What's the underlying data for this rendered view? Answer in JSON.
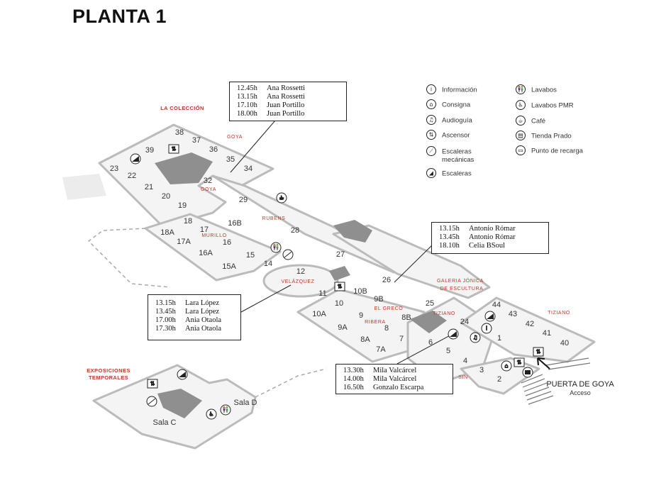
{
  "title": "PLANTA 1",
  "zones": {
    "coleccion": "LA COLECCIÓN",
    "exposiciones_1": "EXPOSICIONES",
    "exposiciones_2": "TEMPORALES",
    "goya_top": "GOYA",
    "goya_32": "GOYA",
    "rubens": "RUBENS",
    "murillo": "MURILLO",
    "velazquez": "VELÁZQUEZ",
    "greco": "EL GRECO",
    "ribera": "RIBERA",
    "galeria_1": "GALERIA JÓNICA",
    "galeria_2": "DE ESCULTURA",
    "tiziano_center": "TIZIANO",
    "tiziano_right": "TIZIANO",
    "sin_fragment": "SIN"
  },
  "rooms": {
    "r38": "38",
    "r37": "37",
    "r36": "36",
    "r35": "35",
    "r34": "34",
    "r39": "39",
    "r23": "23",
    "r22": "22",
    "r21": "21",
    "r20": "20",
    "r19": "19",
    "r32": "32",
    "r29": "29",
    "r18": "18",
    "r16B": "16B",
    "r28": "28",
    "r18A": "18A",
    "r17": "17",
    "r17A": "17A",
    "r16": "16",
    "r16A": "16A",
    "r15": "15",
    "r15A": "15A",
    "r14": "14",
    "r27": "27",
    "r12": "12",
    "r26": "26",
    "r11": "11",
    "r10B": "10B",
    "r10": "10",
    "r9B": "9B",
    "r10A": "10A",
    "r9": "9",
    "r8B": "8B",
    "r25": "25",
    "r9A": "9A",
    "r8": "8",
    "r8A": "8A",
    "r7": "7",
    "r7A": "7A",
    "r24": "24",
    "r6": "6",
    "r5": "5",
    "r4": "4",
    "r3": "3",
    "r2": "2",
    "r1": "1",
    "r44": "44",
    "r43": "43",
    "r42": "42",
    "r41": "41",
    "r40": "40"
  },
  "salas": {
    "sala_c": "Sala C",
    "sala_d": "Sala D"
  },
  "entrance": {
    "name": "PUERTA DE GOYA",
    "sub": "Acceso"
  },
  "legend": {
    "col1": [
      {
        "icon": "info-icon",
        "glyph": "i",
        "label": "Información"
      },
      {
        "icon": "cloakroom-icon",
        "glyph": "⌂",
        "label": "Consigna"
      },
      {
        "icon": "audioguide-icon",
        "glyph": "♫",
        "label": "Audioguía"
      },
      {
        "icon": "elevator-icon",
        "glyph": "⇅",
        "label": "Ascensor"
      },
      {
        "icon": "escalator-icon",
        "glyph": "⟋",
        "label": "Escaleras"
      },
      {
        "icon": "stairs-icon",
        "glyph": "◢",
        "label": "Escaleras"
      }
    ],
    "escalator_label_2": "mecánicas",
    "col2": [
      {
        "icon": "restroom-icon",
        "glyph": "👫",
        "label": "Lavabos"
      },
      {
        "icon": "accessible-restroom-icon",
        "glyph": "♿",
        "label": "Lavabos PMR"
      },
      {
        "icon": "cafe-icon",
        "glyph": "☕",
        "label": "Café"
      },
      {
        "icon": "shop-icon",
        "glyph": "▤",
        "label": "Tienda Prado"
      },
      {
        "icon": "charging-point-icon",
        "glyph": "▭",
        "label": "Punto de recarga"
      }
    ]
  },
  "schedules": [
    {
      "id": "s1",
      "rows": [
        {
          "time": "12.45h",
          "name": "Ana Rossetti"
        },
        {
          "time": "13.15h",
          "name": "Ana Rossetti"
        },
        {
          "time": "17.10h",
          "name": "Juan Portillo"
        },
        {
          "time": "18.00h",
          "name": "Juan Portillo"
        }
      ]
    },
    {
      "id": "s2",
      "rows": [
        {
          "time": "13.15h",
          "name": "Antonio Rómar"
        },
        {
          "time": "13.45h",
          "name": "Antonio Rómar"
        },
        {
          "time": "18.10h",
          "name": "Celia BSoul"
        }
      ]
    },
    {
      "id": "s3",
      "rows": [
        {
          "time": "13.15h",
          "name": "Lara López"
        },
        {
          "time": "13.45h",
          "name": "Lara López"
        },
        {
          "time": "17.00h",
          "name": "Ania Otaola"
        },
        {
          "time": "17.30h",
          "name": "Ania Otaola"
        }
      ]
    },
    {
      "id": "s4",
      "rows": [
        {
          "time": "13.30h",
          "name": "Mila Valcárcel"
        },
        {
          "time": "14.00h",
          "name": "Mila Valcárcel"
        },
        {
          "time": "16.50h",
          "name": "Gonzalo Escarpa"
        }
      ]
    }
  ]
}
